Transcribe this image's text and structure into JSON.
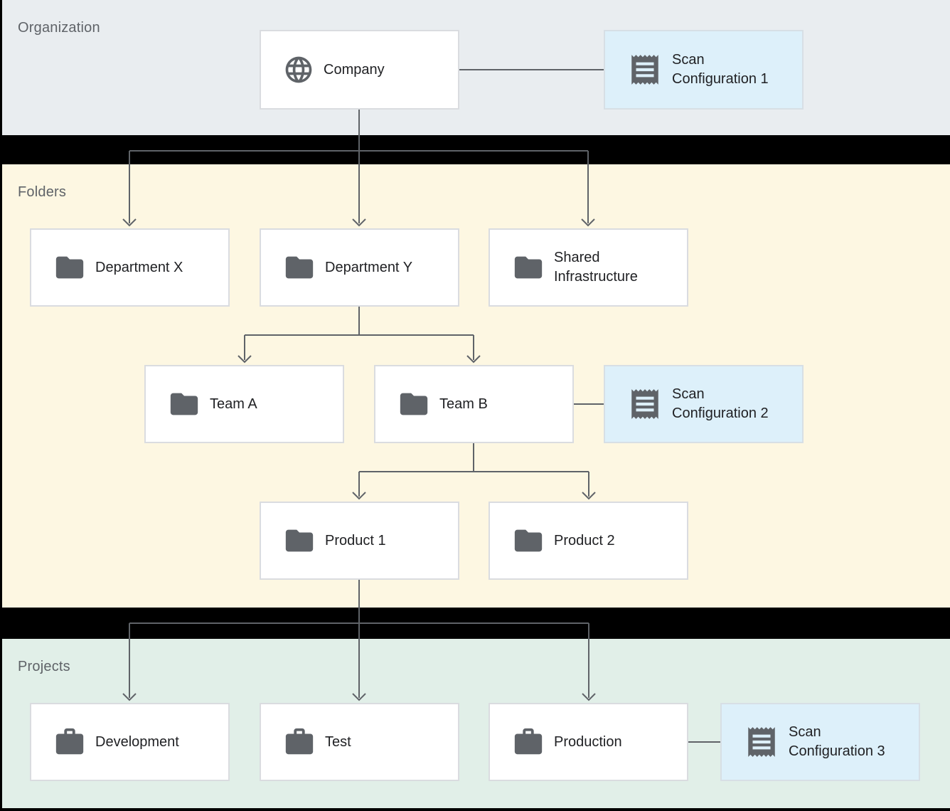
{
  "diagram": {
    "kind": "resource-hierarchy-with-scan-configurations",
    "bands": {
      "organization": {
        "label": "Organization",
        "bg": "#e9edf0"
      },
      "folders": {
        "label": "Folders",
        "bg": "#fdf7e2"
      },
      "projects": {
        "label": "Projects",
        "bg": "#e1efe8"
      }
    },
    "nodes": {
      "company": {
        "label": "Company",
        "icon": "globe-icon",
        "type": "organization"
      },
      "scan_config_1": {
        "label": "Scan Configuration 1",
        "icon": "receipt-icon",
        "type": "scan-configuration"
      },
      "dept_x": {
        "label": "Department X",
        "icon": "folder-icon",
        "type": "folder"
      },
      "dept_y": {
        "label": "Department Y",
        "icon": "folder-icon",
        "type": "folder"
      },
      "shared_infra": {
        "label": "Shared Infrastructure",
        "icon": "folder-icon",
        "type": "folder"
      },
      "team_a": {
        "label": "Team A",
        "icon": "folder-icon",
        "type": "folder"
      },
      "team_b": {
        "label": "Team B",
        "icon": "folder-icon",
        "type": "folder"
      },
      "scan_config_2": {
        "label": "Scan Configuration 2",
        "icon": "receipt-icon",
        "type": "scan-configuration"
      },
      "product_1": {
        "label": "Product 1",
        "icon": "folder-icon",
        "type": "folder"
      },
      "product_2": {
        "label": "Product 2",
        "icon": "folder-icon",
        "type": "folder"
      },
      "development": {
        "label": "Development",
        "icon": "briefcase-icon",
        "type": "project"
      },
      "test": {
        "label": "Test",
        "icon": "briefcase-icon",
        "type": "project"
      },
      "production": {
        "label": "Production",
        "icon": "briefcase-icon",
        "type": "project"
      },
      "scan_config_3": {
        "label": "Scan Configuration 3",
        "icon": "receipt-icon",
        "type": "scan-configuration"
      }
    },
    "edges": [
      {
        "from": "company",
        "to": "dept_x",
        "style": "arrow"
      },
      {
        "from": "company",
        "to": "dept_y",
        "style": "arrow"
      },
      {
        "from": "company",
        "to": "shared_infra",
        "style": "arrow"
      },
      {
        "from": "dept_y",
        "to": "team_a",
        "style": "arrow"
      },
      {
        "from": "dept_y",
        "to": "team_b",
        "style": "arrow"
      },
      {
        "from": "team_b",
        "to": "product_1",
        "style": "arrow"
      },
      {
        "from": "team_b",
        "to": "product_2",
        "style": "arrow"
      },
      {
        "from": "product_1",
        "to": "development",
        "style": "arrow"
      },
      {
        "from": "product_1",
        "to": "test",
        "style": "arrow"
      },
      {
        "from": "product_1",
        "to": "production",
        "style": "arrow"
      },
      {
        "from": "company",
        "to": "scan_config_1",
        "style": "plain"
      },
      {
        "from": "team_b",
        "to": "scan_config_2",
        "style": "plain"
      },
      {
        "from": "production",
        "to": "scan_config_3",
        "style": "plain"
      }
    ],
    "colors": {
      "background_gap": "#000000",
      "node_bg": "#ffffff",
      "node_border": "#dadce0",
      "scan_node_bg": "#ddf0fa",
      "line": "#5f6368",
      "icon": "#5f6368",
      "node_text": "#202124",
      "band_label_text": "#5f6368"
    }
  }
}
